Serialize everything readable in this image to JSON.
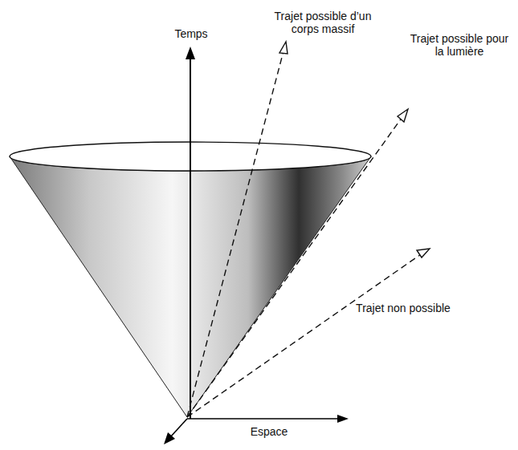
{
  "diagram": {
    "labels": [
      "Trajet possible d’un corps massif",
      "Temps",
      "Trajet possible pour la lumière",
      "Trajet non possible",
      "Espace"
    ]
  }
}
